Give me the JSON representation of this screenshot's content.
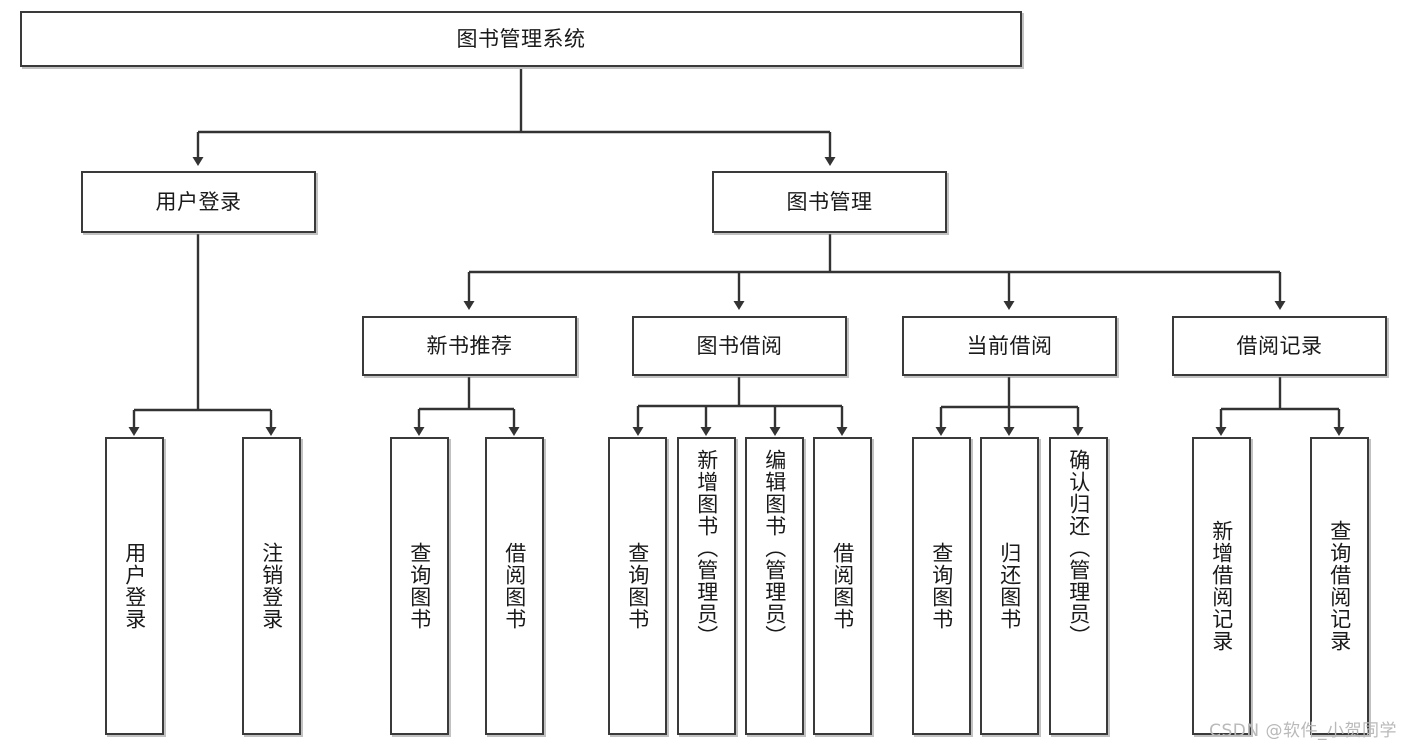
{
  "diagram": {
    "type": "hierarchy-tree",
    "title": "图书管理系统",
    "watermark": "CSDN @软件_小贺同学",
    "colors": {
      "border": "#3a3a3a",
      "background": "#ffffff",
      "text": "#1a1a1a",
      "watermark": "#b9b9b9"
    },
    "nodes": {
      "root": {
        "label": "图书管理系统"
      },
      "level2": [
        {
          "label": "用户登录"
        },
        {
          "label": "图书管理"
        }
      ],
      "level3": [
        {
          "label": "新书推荐"
        },
        {
          "label": "图书借阅"
        },
        {
          "label": "当前借阅"
        },
        {
          "label": "借阅记录"
        }
      ],
      "leaves": {
        "user_login": [
          {
            "label": "用户登录"
          },
          {
            "label": "注销登录"
          }
        ],
        "new_book": [
          {
            "label": "查询图书"
          },
          {
            "label": "借阅图书"
          }
        ],
        "book_borrow": [
          {
            "label": "查询图书"
          },
          {
            "label": "新增图书（管理员）"
          },
          {
            "label": "编辑图书（管理员）"
          },
          {
            "label": "借阅图书"
          }
        ],
        "current_borrow": [
          {
            "label": "查询图书"
          },
          {
            "label": "归还图书"
          },
          {
            "label": "确认归还（管理员）"
          }
        ],
        "borrow_record": [
          {
            "label": "新增借阅记录"
          },
          {
            "label": "查询借阅记录"
          }
        ]
      }
    }
  }
}
